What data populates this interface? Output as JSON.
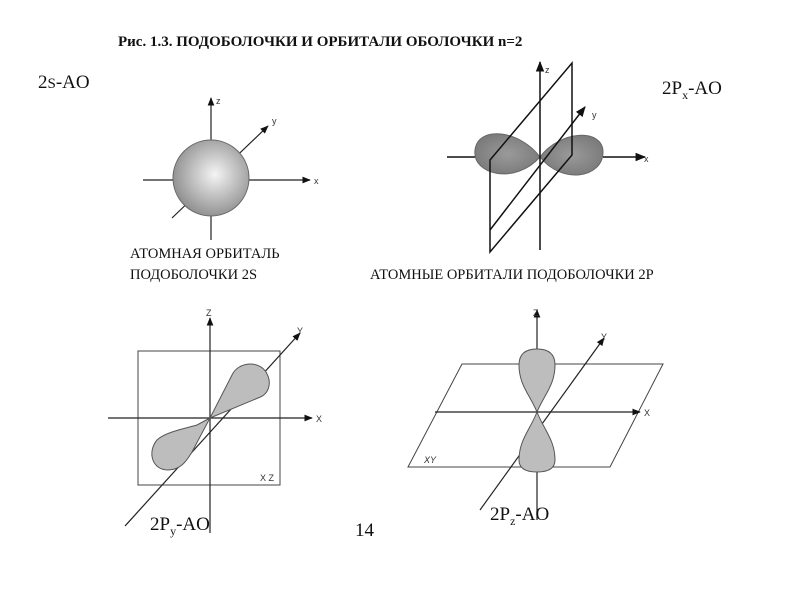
{
  "title": "Рис. 1.3. ПОДОБОЛОЧКИ И ОРБИТАЛИ ОБОЛОЧКИ n=2",
  "s_orbital": {
    "label_prefix": "2",
    "label_sub": "S",
    "label_suffix": "-AO",
    "caption_line1": "АТОМНАЯ ОРБИТАЛЬ",
    "caption_line2": "ПОДОБОЛОЧКИ 2S",
    "axes": {
      "x": "x",
      "y": "y",
      "z": "z"
    }
  },
  "px_orbital": {
    "label_prefix": "2P",
    "label_sub": "x",
    "label_suffix": "-AO",
    "axes": {
      "x": "x",
      "y": "y",
      "z": "z"
    }
  },
  "p_caption": "АТОМНЫЕ ОРБИТАЛИ ПОДОБОЛОЧКИ 2P",
  "py_orbital": {
    "label_prefix": "2P",
    "label_sub": "y",
    "label_suffix": "-AO",
    "axes": {
      "x": "X",
      "y": "Y",
      "z": "Z"
    },
    "plane": "X Z"
  },
  "pz_orbital": {
    "label_prefix": "2P",
    "label_sub": "z",
    "label_suffix": "-AO",
    "axes": {
      "x": "X",
      "y": "Y",
      "z": "Z"
    },
    "plane": "XY"
  },
  "page_number": "14"
}
